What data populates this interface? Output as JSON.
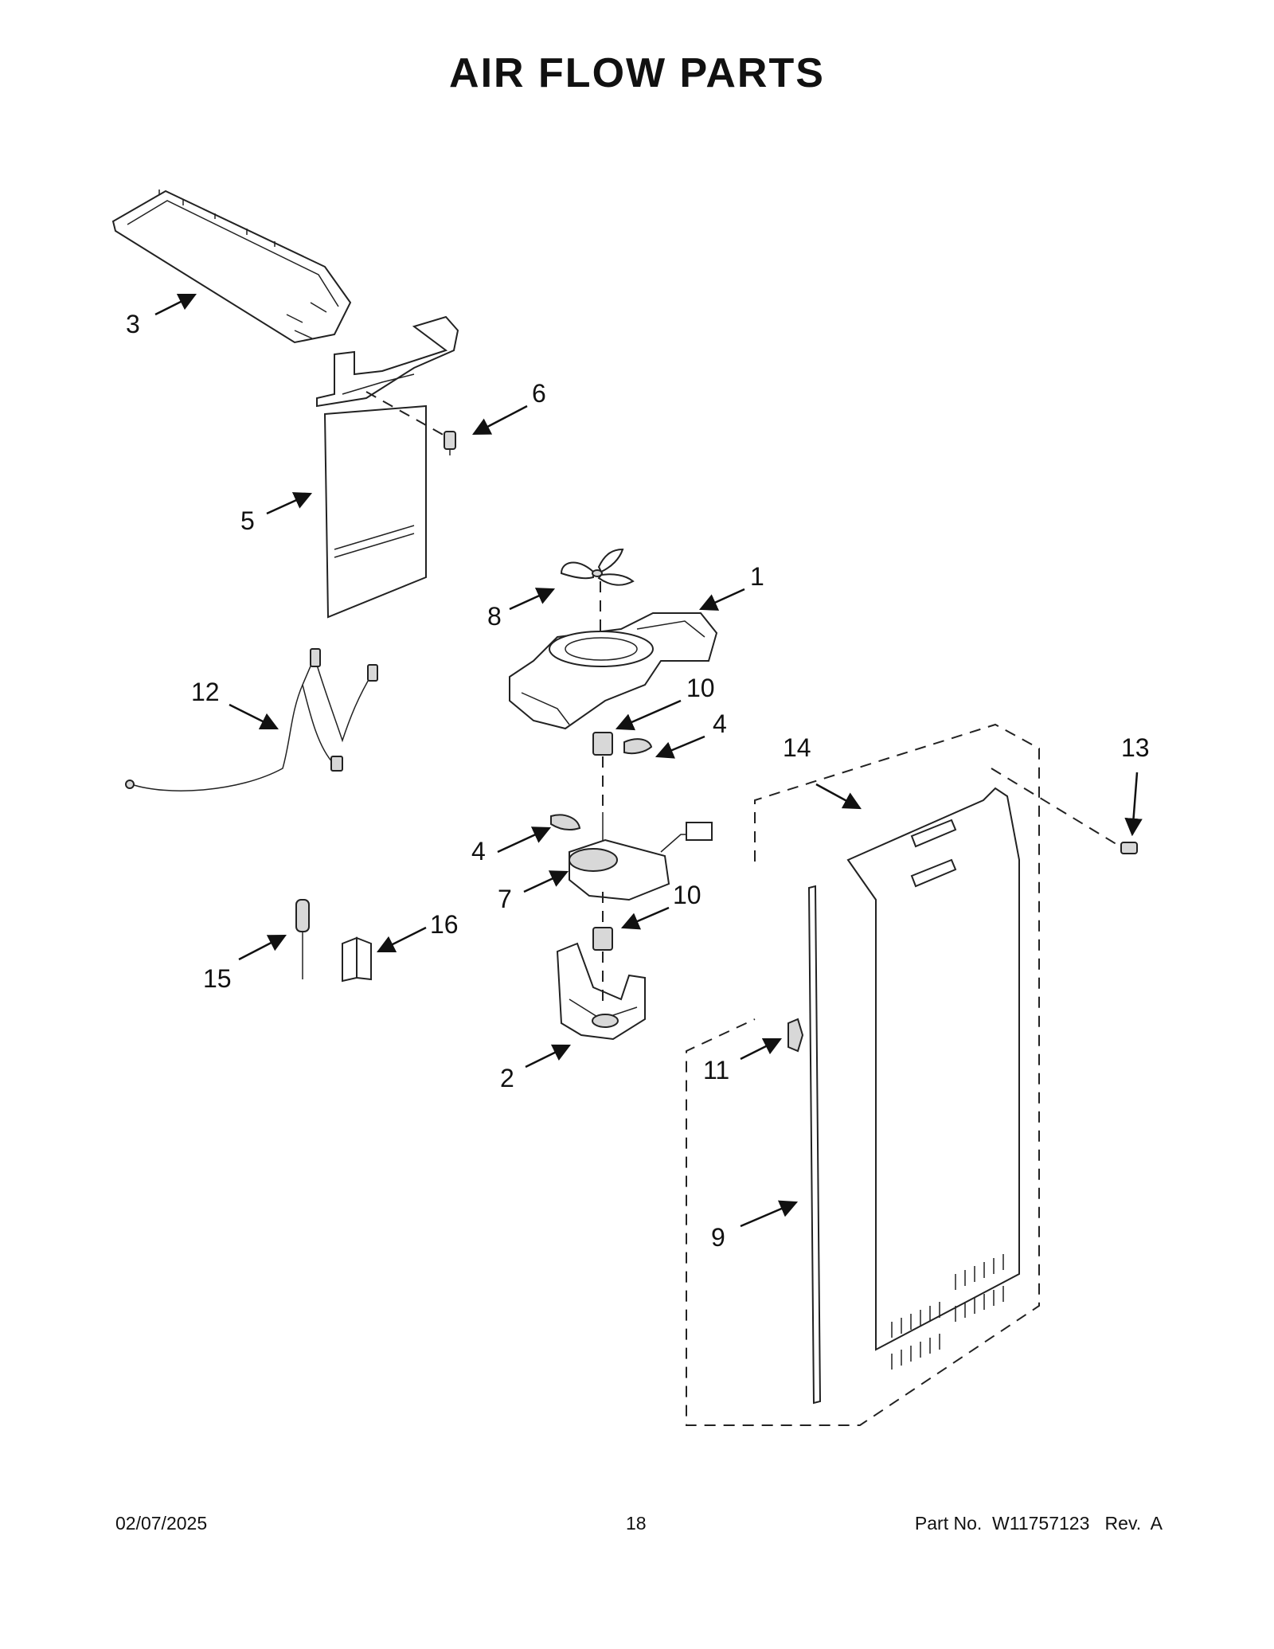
{
  "title": "AIR FLOW PARTS",
  "footer": {
    "date": "02/07/2025",
    "page": "18",
    "part_number": "Part No.  W11757123   Rev.  A"
  },
  "callouts": [
    "1",
    "2",
    "3",
    "4",
    "4",
    "5",
    "6",
    "7",
    "8",
    "9",
    "10",
    "10",
    "11",
    "12",
    "13",
    "14",
    "15",
    "16"
  ]
}
